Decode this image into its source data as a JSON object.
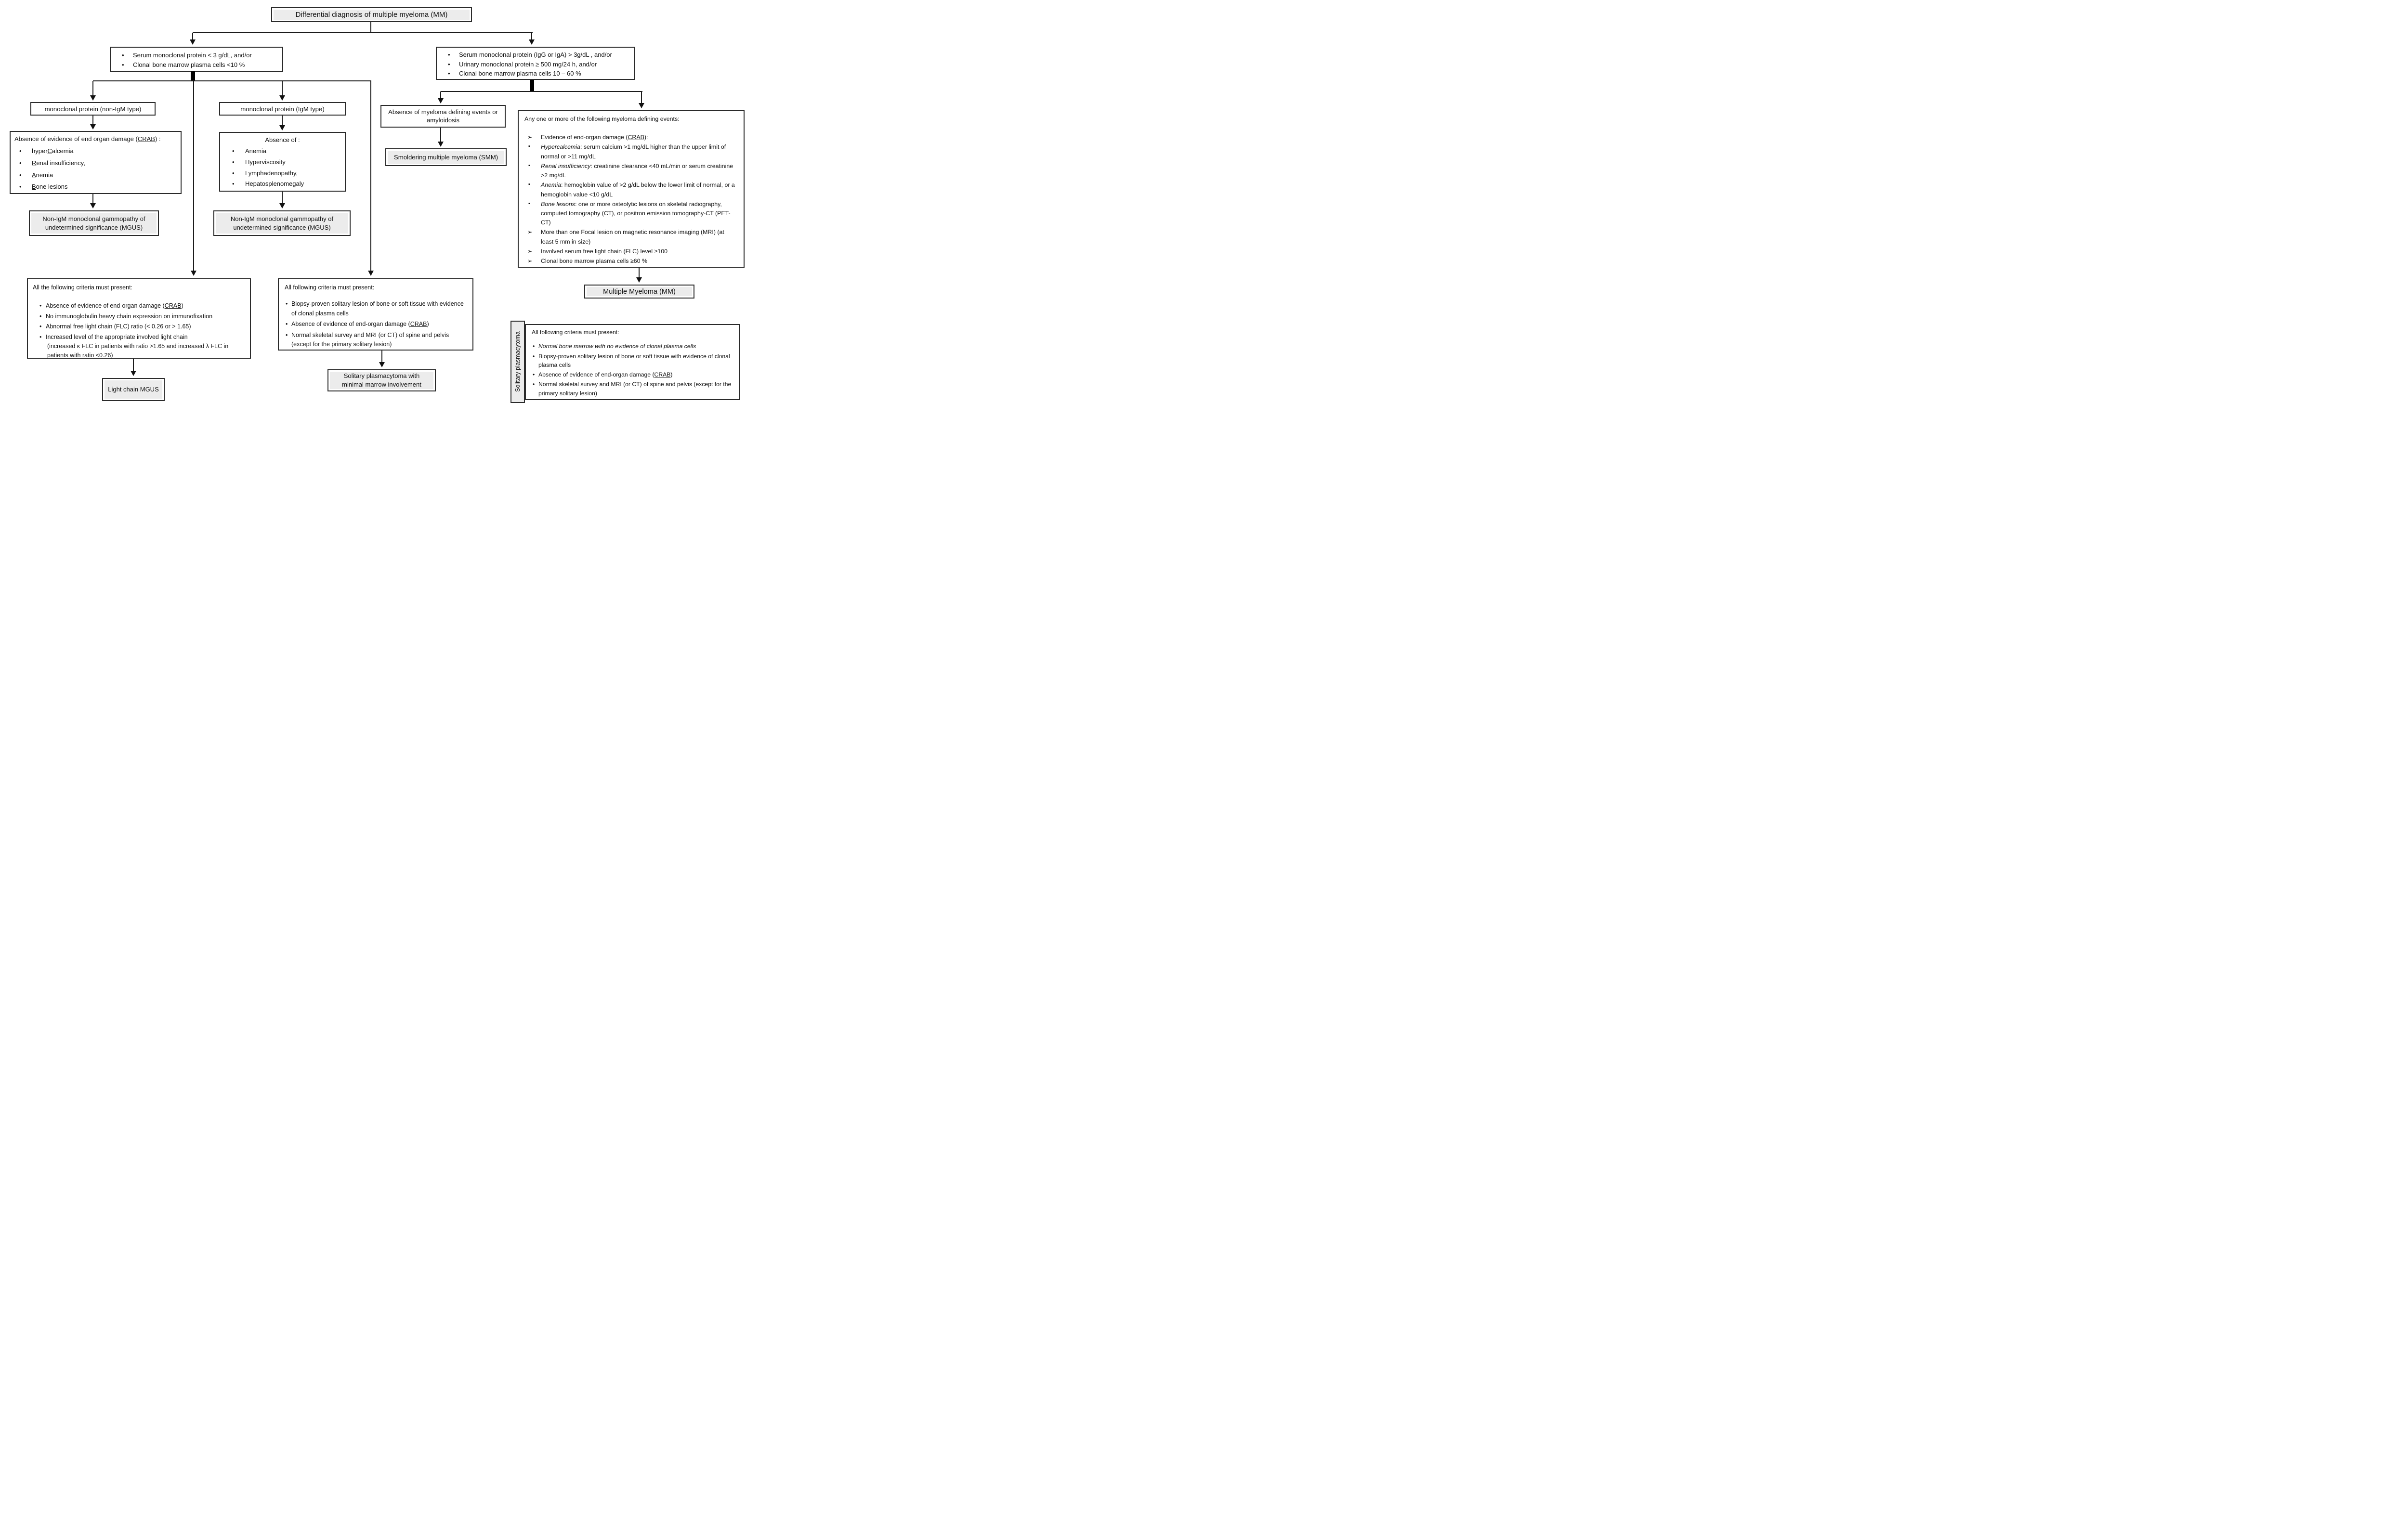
{
  "title": "Differential diagnosis of multiple myeloma (MM)",
  "low_risk_criteria": {
    "items": [
      "Serum monoclonal protein < 3 g/dL, and/or",
      "Clonal bone marrow plasma cells <10 %"
    ]
  },
  "high_risk_criteria": {
    "items": [
      "Serum monoclonal protein (IgG or IgA) > 3g/dL , and/or",
      "Urinary monoclonal protein ≥ 500 mg/24 h, and/or",
      "Clonal bone marrow plasma cells 10 – 60 %"
    ]
  },
  "non_igm_branch": {
    "label": "monoclonal protein (non-IgM type)",
    "crab_box": {
      "heading": {
        "pre": "Absence of evidence of end organ damage (",
        "u": "CRAB",
        "post": ") :"
      },
      "items": [
        {
          "pre": "hyper",
          "u": "C",
          "post": "alcemia"
        },
        {
          "pre": "",
          "u": "R",
          "post": "enal insufficiency,"
        },
        {
          "pre": "",
          "u": "A",
          "post": "nemia"
        },
        {
          "pre": "",
          "u": "B",
          "post": "one lesions"
        }
      ]
    },
    "outcome": "Non-IgM monoclonal gammopathy of undetermined significance (MGUS)"
  },
  "igm_branch": {
    "label": "monoclonal protein (IgM type)",
    "absence_box": {
      "heading": "Absence of :",
      "items": [
        "Anemia",
        "Hyperviscosity",
        "Lymphadenopathy,",
        "Hepatosplenomegaly"
      ]
    },
    "outcome": "Non-IgM monoclonal gammopathy of undetermined significance (MGUS)"
  },
  "light_chain_branch": {
    "heading": "All the following criteria must present:",
    "items": [
      {
        "pre": "Absence of evidence of end-organ damage (",
        "u": "CRAB",
        "post": ")"
      },
      {
        "pre": "No immunoglobulin heavy chain expression on immunofixation",
        "u": "",
        "post": ""
      },
      {
        "pre": "Abnormal free light chain (FLC) ratio (< 0.26 or > 1.65)",
        "u": "",
        "post": ""
      },
      {
        "pre": "Increased level of the appropriate involved light chain",
        "u": "",
        "post": ""
      }
    ],
    "item4_note": "(increased κ FLC in patients with ratio >1.65 and increased λ FLC in patients with ratio <0.26)",
    "outcome": "Light chain MGUS"
  },
  "solitary_min_branch": {
    "heading": "All following criteria must present:",
    "items": [
      {
        "pre": "Biopsy-proven solitary lesion of bone or soft tissue with evidence of clonal plasma cells",
        "u": "",
        "post": ""
      },
      {
        "pre": "Absence of evidence of end-organ damage (",
        "u": "CRAB",
        "post": ")"
      },
      {
        "pre": "Normal skeletal survey and MRI (or CT) of spine and pelvis (except for the primary solitary lesion)",
        "u": "",
        "post": ""
      }
    ],
    "outcome": "Solitary plasmacytoma with minimal marrow involvement"
  },
  "smm_branch": {
    "label": "Absence of myeloma defining events or amyloidosis",
    "outcome": "Smoldering multiple myeloma (SMM)"
  },
  "mde_branch": {
    "heading": "Any one or more of the following myeloma defining events:",
    "items": [
      {
        "pre": "Evidence of end-organ damage (",
        "u": "CRAB",
        "post": "):"
      },
      {
        "lead": "Hypercalcemia",
        "rest": ": serum calcium >1 mg/dL higher than the upper limit of normal or >11 mg/dL"
      },
      {
        "lead": "Renal insufficiency",
        "rest": ": creatinine clearance <40 mL/min or serum creatinine >2 mg/dL"
      },
      {
        "lead": "Anemia",
        "rest": ": hemoglobin value of >2 g/dL below the lower limit of normal, or a hemoglobin value <10 g/dL"
      },
      {
        "lead": "Bone lesions",
        "rest": ": one or more osteolytic lesions on skeletal radiography, computed tomography (CT), or positron emission tomography-CT (PET-CT)"
      },
      {
        "pre": "More than one Focal lesion on magnetic resonance imaging (MRI) (at least 5 mm in size)",
        "u": "",
        "post": ""
      },
      {
        "pre": "Involved serum free light chain (FLC) level ≥100",
        "u": "",
        "post": ""
      },
      {
        "pre": "Clonal bone marrow plasma cells ≥60 %",
        "u": "",
        "post": ""
      }
    ],
    "outcome": "Multiple Myeloma (MM)"
  },
  "solitary_branch": {
    "side_label": "Solitary plasmacytoma",
    "heading": "All following criteria must present:",
    "items": [
      {
        "pre": "Normal bone marrow with no evidence of clonal plasma cells",
        "u": "",
        "post": ""
      },
      {
        "pre": "Biopsy-proven solitary lesion of bone or soft tissue with evidence of clonal plasma cells",
        "u": "",
        "post": ""
      },
      {
        "pre": "Absence of evidence of end-organ damage (",
        "u": "CRAB",
        "post": ")"
      },
      {
        "pre": "Normal skeletal survey and MRI (or CT) of spine and pelvis (except for the primary solitary lesion)",
        "u": "",
        "post": ""
      }
    ]
  }
}
